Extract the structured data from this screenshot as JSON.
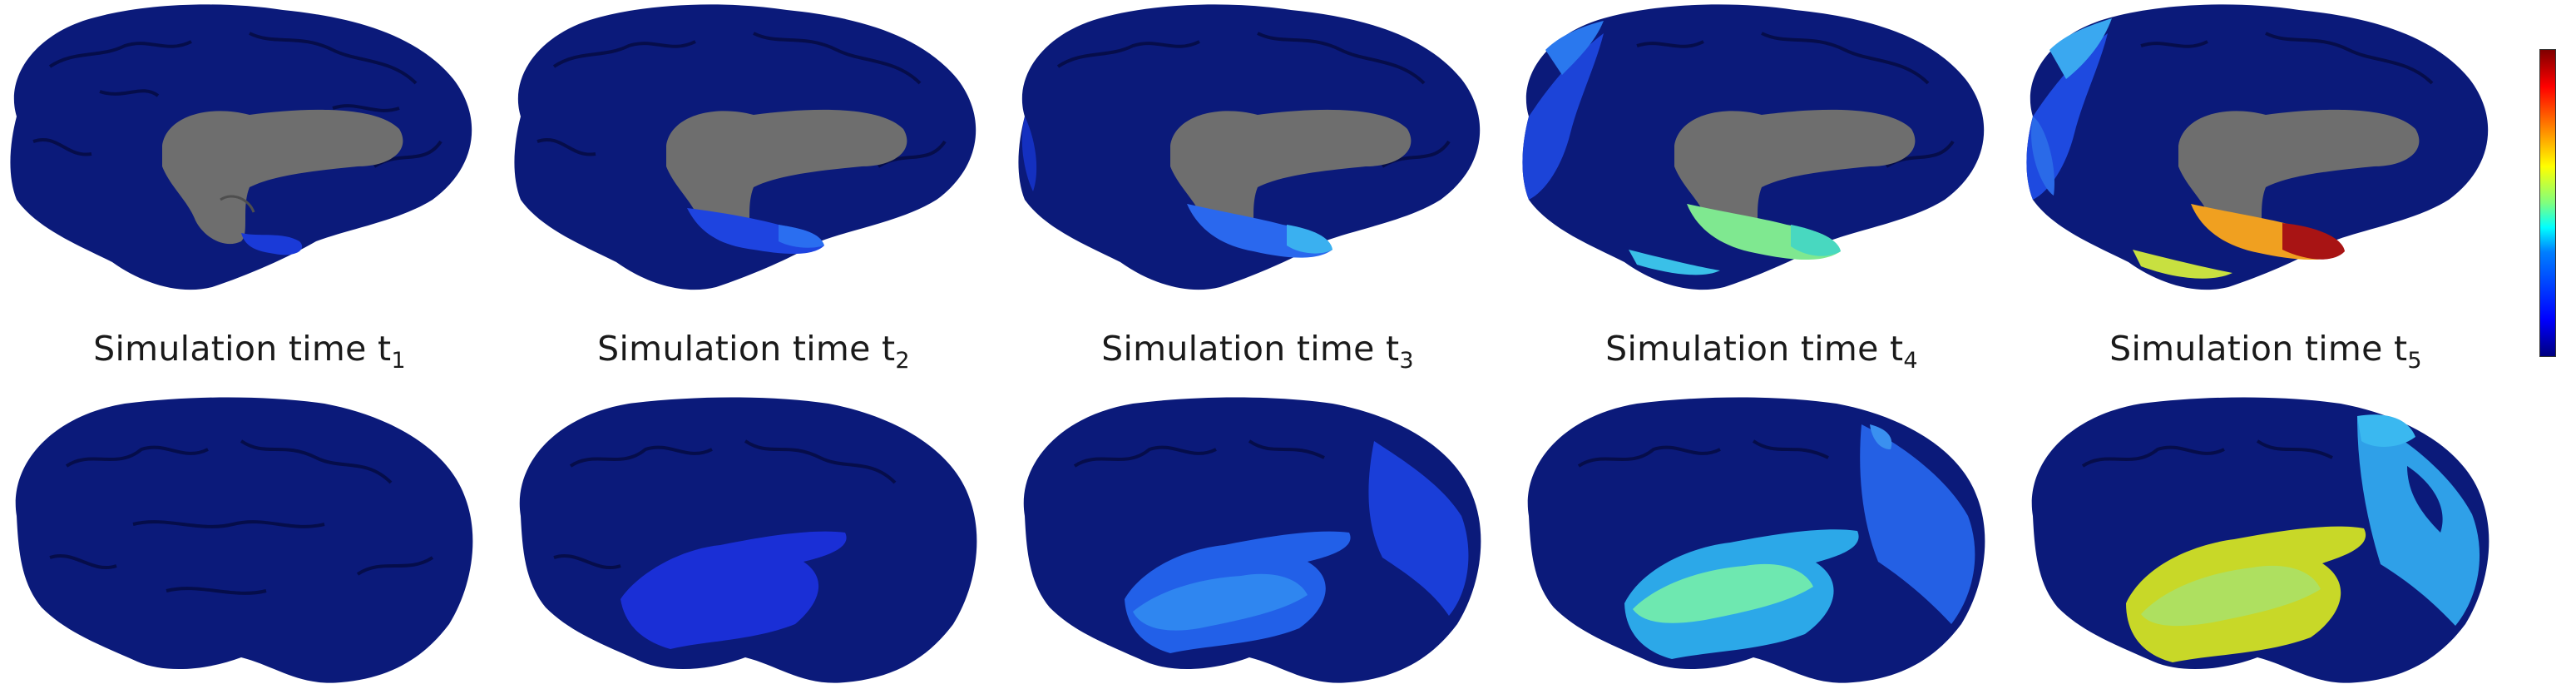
{
  "figure": {
    "panels": [
      {
        "label": "Simulation time t",
        "subscript": "1"
      },
      {
        "label": "Simulation time t",
        "subscript": "2"
      },
      {
        "label": "Simulation time t",
        "subscript": "3"
      },
      {
        "label": "Simulation time t",
        "subscript": "4"
      },
      {
        "label": "Simulation time t",
        "subscript": "5"
      }
    ],
    "colors": {
      "background_cortex": "#0b1a7a",
      "sulcus_lines": "#050c45",
      "corpus_callosum": "#6e6e6e",
      "colormap": "jet"
    }
  }
}
